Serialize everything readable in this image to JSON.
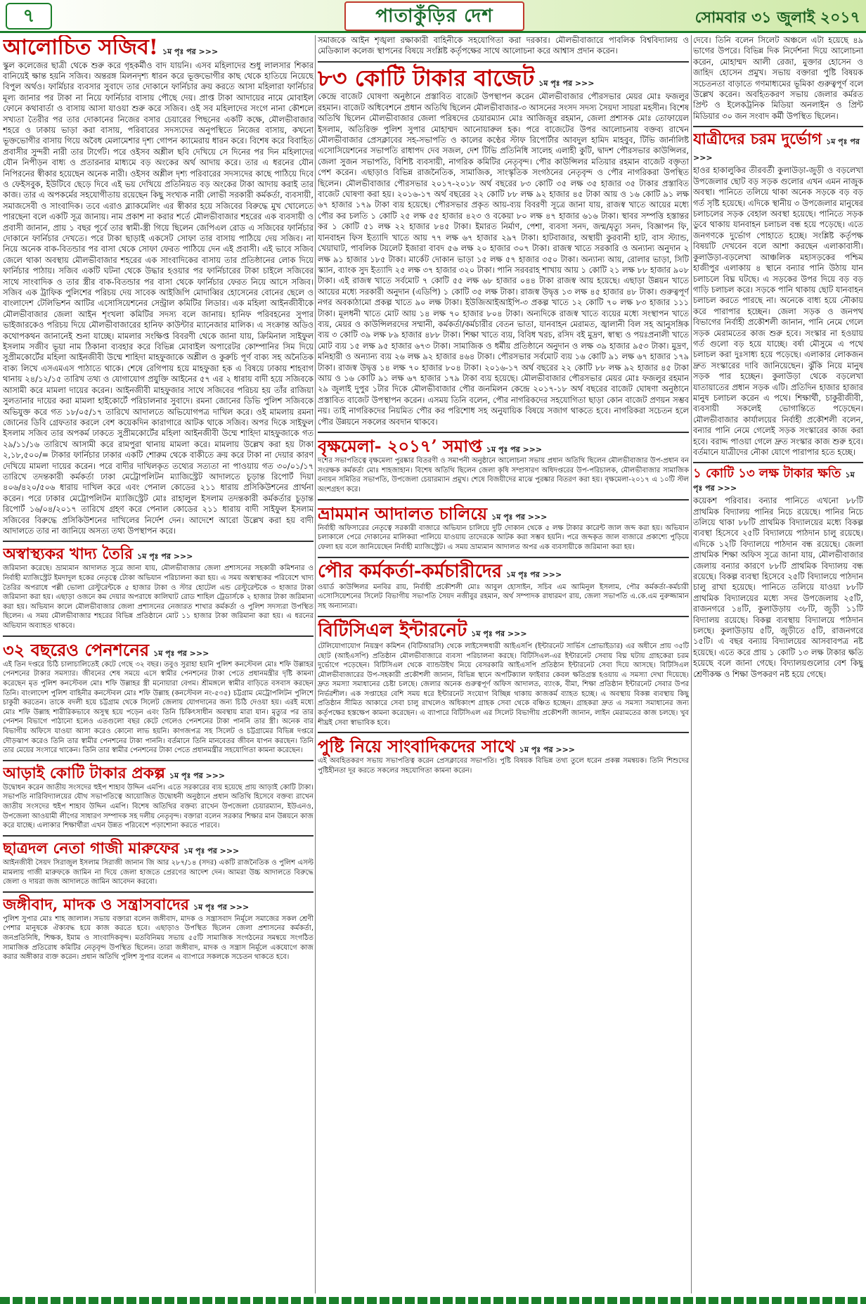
{
  "masthead": {
    "page_number": "৭",
    "paper_name_a": "পাতাকুঁড়ির",
    "paper_name_b": "দেশ",
    "date": "সোমবার ৩১ জুলাই ২০১৭"
  },
  "col1": [
    {
      "title": "আলোচিত সজিব!",
      "pp": "১ম পৃঃ পর >>>",
      "size": 30,
      "text": "স্কুল কলেজের ছাত্রী থেকে শুরু করে গৃহকর্মীও বাদ যায়নি। এসব মহিলাদের শুধু লালসার শিকার বানিয়েই ক্ষান্ত হয়নি সজিব। অন্তরঙ্গ মিলনদৃশ্য ধারন করে ভূক্তভোগীর কাছ থেকে হাতিয়ে নিয়েছে বিপুল অর্থও। ফার্মিচার ব্যবসার সুবাদে তার দোকানে ফার্নিচার ক্রয় করতে আসা মহিলারা ফার্নিচার মূল্য জানার পর টাকা না নিয়ে ফার্নিচার বাসায় পৌছে দেয়। প্রাপ্ত টাকা আদায়ের নামে মোবাইল ফোনে কথাবার্তা ও বাসায় আসা যাওয়া শুরু করে সজিব। ওই সব মহিলাদের সংগে নানা কৌশলে সখ্যতা তৈরীর পর তার দোকানের নিজের বসার চেয়ারের পিছনের একটি কক্ষে, মৌলভীবাজার শহরে ও ঢাকায় ভাড়া করা বাসায়, পরিবারের সদস্যদের অনুপস্থিতে নিজের বাসায়, কখনো ভূক্তভোগীর বাসায় গিয়ে অবৈধ মেলামেশার দৃশ্য গোপন ক্যামেরায় ধারন করে। বিশেষ করে বিবাহিত প্রবাসীর সুন্দরী নারী তার টার্গেট। পরে ওইসব অশ্লীল ছবি দেখিয়ে সে দিনের পর দিন মহিলাদের যৌন নিপীড়ন বাধ্য ও প্রতারনার মাধ্যমে বড় অংকের অর্থ আদায় করে। তার এ ধরনের যৌন নিপিরনের স্বীকার হয়েছেন অনেক নারী। ওইসব অশ্লীল দৃশ্য পরিবারের সদস্যদের কাছে পাঠিয়ে দিবে ও ফেইসবুক, ইউটিবে ছেড়ে দিবে এই ভয় দেখিয়ে প্রতিনিয়ত বড় অংকের টাকা আদায় করাই তার কাজ। তার এ অপকর্মের সহযোগীতায় রয়েছেন কিছু সংখ্যক নারী লোভী সরকারী কর্মকর্তা, ব্যবসায়ী, সমাজসেবী ও সাংবাদিক। তবে এরাও ব্ল্যাকমেলিং এর স্বীকার হয়ে সজিবের বিরুদ্ধে মুখ খোলেতে পারছেনা বলে একটি সূত্র জানায়। নাম প্রকাশ না করার শর্তে মৌলভীবাজার শহরের এক ব্যবসায়ী ও প্রবাসী জানান, প্রায় ১ বছর পূর্বে তার স্বামী-স্ত্রী গিয়ে ছিলেন জেপিএল রোড এ সজিবের ফার্নিচার দোকানে ফার্নিচার দেখতে। পরে টাকা ছাড়াই একসেট সোফা তার বাসায় পাঠিয়ে দেয় সজিব। না নিয়ে অনেক বাক-বিতন্ডার পর বাসা থেকে সোফা ফেরত পাঠিয়ে দেন এই প্রবাসী। এই ভাবে সজিব জেলে থাকা অবস্থায় মৌলভীবাজার শহরের এক সাংবাদিকের বাসায় তার প্রতিষ্ঠানের লোক দিয়ে ফার্নিচার পাঠায়। সজিব একটি ঘটনা থেকে উদ্ধার হওয়ার পর ফার্নিচারের টাকা চাইলে সজিবের সাথে সাংবাদিক ও তার স্ত্রীর বাক-বিতন্ডার পর বাসা থেকে ফার্নিচার ফেরত নিয়ে আসে সজিব। সজিব এক ট্রাফিক পুলিশের পরিচয় দেয় সাবেক আইজিপি মোদাব্বির হোসেনের বোনের ছেলে ও বাংলাদেশ টেলিভিশন আটির এসোসিয়েশনের সেন্ট্রাল কমিটির লিডার। এক মহিলা আইনজীবীকে মৌলভীবাজার জেলা আইন শৃংখলা কমিটির সদস্য বলে জানায়। হানিফ পরিবহনের সুপার ভাইজারকেও পরিচয় দিয়ে মৌলভীবাজারের হানিফ কাউন্টার ম্যানেজার মালিক। এ সংক্রান্ত অডিও কথোপকথন জানানেই শুনা যাচ্ছে। মামলার সংক্ষিপ্ত বিবরণী থেকে জানা যায়, ক্রিমিনাল সাইফুল ইসলাম সজীব ভূয়া নাম ঠিকানা ব্যবহার করে বিভিন্ন মোবাইল অপারেটর কোম্পানির সিম দিয়ে সুপ্রীমকোর্টের মহিলা আইনজীবী উম্মে শাহিদা মাহফুজাকে অশ্লীল ও কুরুচি পূর্ণ বাক্য সহ অনৈতিক বাক্য লিখে এসএমএস পাঠাতে থাকে। শেষে রেগিপায় হয়ে মাহফুজা হক এ বিষয়ে ঢাকায় শাহবাগ থানায় ২৪/১২/১৫ তারিখ তথ্য ও যোগাযোগ প্রযুক্তি আইনের ৫৭ এর ২ ধারায় বাদী হয়ে সজিবকে আসামী করে মামলা দায়ের করেন। আইনজীবী মাহফুজার সাথে সজিবের পরিচয় হয় তাঁর রাজিয়া সুলতানার দায়ের করা মামলা হাইকোর্টে পরিচালনার সুবাদে। রমনা জোনের ডিভি পুলিশ সজিবকে অভিযুক্ত করে গত ১৮/০৫/১৭ তারিখে আদালতে অভিযোগপত্র দাখিল করে। ওই মামলায় রমনা জোনের ডিবি গ্রেফতার করলে বেশ কয়েকদিন কারাগারে আটক থাকে সজিব। অপর দিকে সাইফুল ইসলাম সজিব তার অপকর্ম ঢাকতে সুপ্রীমকোর্টের মহিলা আইনজীবী উম্মে শাহিদা মাহফুজাকে গত ২৯/১১/১৬ তারিখে আসামী করে রামপুরা থানায় মামলা করে। মামলায় উল্লেখ করা হয় টাকা ২,১৮,৫০০/= টাকার ফার্নিচার ঢাকার একটি শোরুম থেকে বাকীতে ক্রয় করে টাকা না দেয়ার কারণ দেখিয়ে মামলা দায়ের করেন। পরে বাদীর দাখিলকৃত তথ্যের সত্যতা না পাওয়ায় গত ৩০/০১/১৭ তারিখে তদন্তকারী কর্মকর্তা ঢাকা মেট্রোপলিটন ম্যাজিস্ট্রেট আদালতে চূড়ান্ত রিপোর্ট দিয়া ৪০৬/৪২০/৫০৬ ধারায় দাখিল করে এবং পেনাল কোডের ২১১ ধারায় প্রসিকিউশনের প্রার্থনা করেন। পরে ঢাকার মেট্রোপলিটন ম্যাজিস্ট্রেট মোঃ রাহালুল ইসলাম তদন্তকারী কর্মকর্তার চূড়ান্ত রিপোর্ট ১৬/০৪/২০১৭ তারিখে গ্রহণ করে পেনাল কোডের ২১১ ধারায় বাদী সাইফুল ইসলাম সজিবের বিরুদ্ধে প্রসিকিউশনের দাখিলের নির্দেশ দেন। আদেশে আরো উল্লেখ করা হয় বাদী আদালতে তার না জানিয়ে অসত্য তথ্য উপস্থাপন করে।"
    },
    {
      "title": "অস্বাস্থ্যকর খাদ্য তৈরি",
      "pp": "১ম পৃঃ পর >>>",
      "size": 22,
      "tight": true,
      "text": "জরিমানা করেছে। ভ্রাম্যমান আদালত সূত্রে জানা যায়, মৌলভীবাজার জেলা প্রশাসনের সহকারী কমিশনার ও নির্বাহী ম্যাজিস্ট্রেট ইমদাদুল হকের নেতৃত্বে টোকা অভিযান পরিচালনা করা হয়। এ সময় অস্বাস্থ্যকর পরিবেশে খাদ্য তৈরির অপরাধে পল্লী ভোলা রেস্টুরেন্টকে ৫ হাজার টাকা ও স্টার হোটেল এন্ড রেস্টুরেন্টকে ৩ হাজার টাকা জরিমানা করা হয়। এছাড়া ওজনে কম দেয়ার অপরাধে কালিঘাট রোড শাহিল ট্রেডার্সকে ২ হাজার টাকা জরিমানা করা হয়। অভিযান কালে মৌলভীবাজার জেলা প্রশাসনের নেজারত শাখার কর্মকর্তা ও পুলিশ সদস্যরা উপস্থিত ছিলেন। এ সময় মৌলভীবাজার শহরের বিভিন্ন প্রতিষ্ঠানে মোট ১১ হাজার টাকা জরিমানা করা হয়। এ ধরনের অভিযান অব্যাহত থাকবে।"
    },
    {
      "title": "৩২ বছরেও পেনশনের",
      "pp": "১ম পৃঃ পর >>>",
      "size": 24,
      "tight": true,
      "text": "এই তিন দপ্তরে চিঠি চালাচালিতেই কেটে গেছে ৩২ বছর। তবুও সুরাহা হয়নি পুলিশ কনস্টেবল মোঃ শফি উল্লাহর পেনশনের টাকার সমস্যার। জীবনের শেষ সময়ে এসে স্বামীর পেনশনের টাকা পেতে প্রধানমন্ত্রীর দৃষ্টি কামনা করেছেন মৃত পুলিশ কনস্টেবল মোঃ শফি উল্লাহর স্ত্রী মনোয়ারা বেগম। শ্রীমঙ্গলে স্বামীর বাড়িতে বসবাস করছেন তিনি। বাংলাদেশ পুলিশ বাহিনীর কনস্টেবল মোঃ শফি উল্লাহ (কনস্টেবল নং-৫৩৫) চট্টগ্রাম মেট্রোপলিটন পুলিশে চাকুরী করতেন। তাকে বদলী হয়ে চট্টগ্রাম থেকে সিলেট জেলায় যোগদানের জন্য চিঠি দেওয়া হয়। এরই মধ্যে মোঃ শফি উল্লাহ শারীরিকভাবে অসুস্থ হয়ে পড়েন এবং তিনি চিকিৎসাধীন অবস্থায় মারা যান। মৃত্যুর পর তার পেনশন বিভাগে পাঠানো হলেও এতগুলো বছর কেটে গেলেও পেনশনের টাকা পাননি তার স্ত্রী। অনেক বার বিভাগীয় অফিসে যাওয়া আসা করেও কোনো লাভ হয়নি। কাগজপত্র সহ সিলেট ও চট্টগ্রামের বিভিন্ন দপ্তরে দৌড়ঝাপ করেও তিনি তার স্বামীর পেনশনের টাকা পাননি। বর্তমানে তিনি মানবেতর জীবন যাপন করছেন। তিনি তার মেয়ের সংসারে থাকেন। তিনি তার স্বামীর পেনশনের টাকা পেতে প্রধানমন্ত্রীর সহযোগিতা কামনা করেছেন।"
    },
    {
      "title": "আড়াই কোটি টাকার প্রকল্প",
      "pp": "১ম পৃঃ পর >>>",
      "size": 22,
      "tight": true,
      "text": "উদ্বোধন করেন জাতীয় সংসদের হুইপ শাহাব উদ্দিন এমপি। এতে সরকারের ব্যয় হয়েছে প্রায় আড়াই কোটি টাকা। সভাপতি নারিবিদ্যালয়ের যৌথ সভাপতিত্বে আয়োজিত উদ্বোধনী অনুষ্ঠানে প্রধান অতিথি হিসেবে বক্তব্য রাখেন জাতীয় সংসদের হুইপ শাহাব উদ্দিন এমপি। বিশেষ অতিথির বক্তব্য রাখেন উপজেলা চেয়ারম্যান, ইউএনও, উপজেলা আওয়ামী লীগের সাধারণ সম্পাদক সহ দলীয় নেতৃবৃন্দ। বক্তারা বলেন সরকার শিক্ষার মান উন্নয়নে কাজ করে যাচ্ছে। এলাকার শিক্ষার্থীরা এখন উন্নত পরিবেশে পড়াশোনা করতে পারবে।"
    },
    {
      "title": "ছাত্রদল নেতা গাজী মারুফের",
      "pp": "১ম পৃঃ পর >>>",
      "size": 22,
      "tight": true,
      "text": "আইনজীবী সৈয়দ সিরাজুল ইসলাম সিরাজী জানান জি আর ২৮৭/১৪ (সদর) একটি রাজনৈতিক ও পুলিশ এসল্ট মামলায় গাজী মারুফকে জামিন না দিয়ে জেলা হাজতে প্রেরণের আদেশ দেন। আমরা উচ্চ আদালতে বিরুদ্ধে জেলা ও দায়রা জজ আদালতে জামিন আবেদন করবো।"
    },
    {
      "title": "জঙ্গীবাদ, মাদক ও সন্ত্রাসবাদের",
      "pp": "১ম পৃঃ পর >>>",
      "size": 22,
      "tight": true,
      "text": "পুলিশ সুপার মোঃ শাহ জালাল। সভায় বক্তারা বলেন জঙ্গীবাদ, মাদক ও সন্ত্রাসবাদ নির্মূলে সমাজের সকল শ্রেণী পেশার মানুষকে ঐক্যবদ্ধ হয়ে কাজ করতে হবে। এছাড়াও উপস্থিত ছিলেন জেলা প্রশাসনের কর্মকর্তা, জনপ্রতিনিধি, শিক্ষক, ইমাম ও সাংবাদিকবৃন্দ। মতবিনিময় সভায় ৫৫টি সামাজিক সংগঠনের সমন্বয়ে সংগঠিত সামাজিক প্রতিরোধ কমিটির নেতৃবৃন্দ উপস্থিত ছিলেন। তারা জঙ্গীবাদ, মাদক ও সন্ত্রাস নির্মূলে একযোগে কাজ করার অঙ্গীকার ব্যক্ত করেন। প্রধান অতিথি পুলিশ সুপার বলেন এ ব্যাপারে সকলকে সচেতন থাকতে হবে।"
    }
  ],
  "col2": [
    {
      "title": "",
      "pp": "",
      "size": 0,
      "text": "সমাজকে আইন শৃঙ্খলা রক্ষাকারী বাহিনীকে সহযোগিতা করা দরকার। মৌলভীবাজারে পাবলিক বিশ্ববিদ্যালয় ও মেডিক্যাল কলেজ স্থাপনের বিষয়ে সংশ্লিষ্ট কর্তৃপক্ষের সাথে আলোচনা করে আশ্বাস প্রদান করেন।"
    },
    {
      "title": "৮৩ কোটি টাকার বাজেট",
      "pp": "১ম পৃঃ পর >>>",
      "size": 32,
      "text": "কেন্দ্রে বাজেট ঘোষণা অনুষ্ঠানে প্রস্তাবিত বাজেট উপস্থাপন করেন মৌলভীবাজার পৌরসভার মেয়র মোঃ ফজলুর রহমান। বাজেট অধিবেশনে প্রধান অতিথি ছিলেন মৌলভীবাজার-৩ আসনের সংসদ সদস্য সৈয়দা সায়রা মহসীন। বিশেষ অতিথি ছিলেন মৌলভীবাজার জেলা পরিষদের চেয়ারম্যান মোঃ আজিজুর রহমান, জেলা প্রশাসক মোঃ তোফায়েল ইসলাম, অতিরিক্ত পুলিশ সুপার মোহাম্মদ আনোয়ারুল হক। পরে বাজেটের উপর আলোচনায় বক্তব্য রাখেন মৌলভীবাজার প্রেসক্লাবের সহ-সভাপতি ও কালের কণ্ঠের স্টাফ রিপোর্টার আবদুল হামিদ মাহবুব, টিভি জার্নালিষ্ট এসোসিয়েশনের সভাপতি রাধাপদ দেব সজল, দেশ টিভি প্রতিনিধি সালেহ এলাহী কুটি, দ্বাদশ পৌরসভার কাউন্সিলর, জেলা সুজন সভাপতি, বিশিষ্ট ব্যবসায়ী, নাগরিক কমিটির নেতৃবৃন্দ। পৌর কাউন্সিলর মতিয়ার রহমান বাজেট বক্তৃতা পেশ করেন। এছাড়াও বিভিন্ন রাজনৈতিক, সামাজিক, সাংস্কৃতিক সংগঠনের নেতৃবৃন্দ ও পৌর নাগরিকরা উপস্থিত ছিলেন। মৌলভীবাজার পৌরসভার ২০১৭-২০১৮ অর্থ বছরের ৮৩ কোটি ৩৫ লক্ষ ৩৫ হাজার ৩৫ টাকার প্রস্তাবিত বাজেট ঘোষণা করা হয়। ২০১৬-১৭ অর্থ বছরের ২২ কোটি ৮৮ লক্ষ ৯২ হাজার ৪৫ টাকা আয় ও ১৬ কোটি ৯১ লক্ষ ৬৭ হাজার ১৭৯ টাকা ব্যয় হয়েছে। পৌরসভার প্রকৃত আয়-ব্যয় বিবরণী সূত্রে জানা যায়, রাজস্ব খাতে আয়ের মধ্যে পৌর কর চলতি ১ কোটি ২৫ লক্ষ ৫৫ হাজার ৪২৩ ও বকেয়া ৮০ লক্ষ ৪৭ হাজার ৬১৬ টাকা। স্থাবর সম্পত্তি হস্তান্তর কর ১ কোটি ৫১ লক্ষ ২২ হাজার ৮৪৫ টাকা। ইমারত নির্মাণ, পেশা, ব্যবসা সনদ, জন্ম/মৃত্যু সনদ, বিজ্ঞাপন ফি, যানবাহন ফিস ইত্যাদি খাতে আয় ৭৭ লক্ষ ৬৭ হাজার ২৯৭ টাকা। হাটবাজার, অস্থায়ী কুরবানী হাট, বাস স্ট্যান্ড, খেয়াঘাট, পাবলিক টয়লেট ইজারা বাবদ ৫৬ লক্ষ ২০ হাজার ৩০৭ টাকা। রাজস্ব খাতে সরকারি ও অন্যান্য অনুদান ২ লক্ষ ৯১ হাজার ১৮৫ টাকা। মার্কেট দোকান ভাড়া ১৫ লক্ষ ৫৭ হাজার ৩৫০ টাকা। অন্যান্য আয়, রোলার ভাড়া, সিটি স্ক্যান, ব্যাংক সুদ ইত্যাদি ২৫ লক্ষ ৩৭ হাজার ৩২০ টাকা। পানি সরবরাহ শাখায় আয় ১ কোটি ২১ লক্ষ ৮৮ হাজার ৯০৮ টাকা। এই রাজস্ব খাতে সর্বমোট ৭ কোটি ৫৫ লক্ষ ৬৮ হাজার ০৪৪ টাকা রাজস্ব আয় হয়েছে। এছাড়া উন্নয়ন খাতে আয়ের মধ্যে সরকারী অনুদান (এডিপি) ১ কোটি ৩৫ লক্ষ টাকা। রাজস্ব উদ্বৃত্ত ১৩ লক্ষ ৪৫ হাজার ৪৮ টাকা। গুরুত্বপূর্ণ নগর অবকাঠামো প্রকল্প খাতে ৯০ লক্ষ টাকা। ইউজিআইআইপি-৩ প্রকল্প খাতে ১২ কোটি ৭০ লক্ষ ৮৩ হাজার ১১১ টাকা। মূলধনী খাতে মোট আয় ১৪ লক্ষ ৭০ হাজার ৮০৪ টাকা। অন্যদিকে রাজস্ব খাতে ব্যয়ের মধ্যে সংস্থাপন খাতে ব্যয়, মেয়র ও কাউন্সিলরদের সম্মানী, কর্মকর্তা/কর্মচারীর বেতন ভাতা, যানবাহন মেরামত, জ্বালানী বিল সহ আনুসঙ্গিক ব্যয় ৩ কোটি ৩৯ লক্ষ ৮৯ হাজার ৪৮৮ টাকা। শিক্ষা খাতে ব্যয়, বিবিধ খরচ, রসিদ বই মুদ্রণ, স্বাস্থ্য ও পয়ঃপ্রনালী খাতে মোট ব্যয় ১৫ লক্ষ ৯৫ হাজার ৬৭৩ টাকা। সামাজিক ও ধর্মীয় প্রতিষ্ঠানে অনুদান ও লক্ষ ৩৯ হাজার ৯৫৩ টাকা। মুদ্রণ, মনিহারী ও অন্যান্য ব্যয় ২৬ লক্ষ ৯২ হাজার ৪৬৪ টাকা। পৌরসভার সর্বমোট ব্যয় ১৬ কোটি ৯১ লক্ষ ৬৭ হাজার ১৭৯ টাকা। রাজস্ব উদ্বৃত্ত ১৪ লক্ষ ৭০ হাজার ৮০৪ টাকা। ২০১৬-১৭ অর্থ বছরের ২২ কোটি ৮৮ লক্ষ ৯২ হাজার ৪৫ টাকা আয় ও ১৬ কোটি ৯১ লক্ষ ৬৭ হাজার ১৭৯ টাকা ব্যয় হয়েছে। মৌলভীবাজার পৌরসভার মেয়র মোঃ ফজলুর রহমান ২৯ জুলাই দুপুর ১টার দিকে মৌলভীবাজার পৌর জনমিলন কেন্দ্রে ২০১৭-১৮ অর্থ বছরের বাজেট ঘোষণা অনুষ্ঠানে প্রস্তাবিত বাজেট উপস্থাপন করেন। এসময় তিনি বলেন, পৌর নাগরিকদের সহযোগিতা ছাড়া কোন বাজেট প্রণয়ন সম্ভব নয়। তাই নাগরিকদের নিয়মিত পৌর কর পরিশোধ সহ অনুযায়িক বিষয়ে সজাগ থাকতে হবে। নাগরিকরা সচেতন হলে পৌর উন্নয়নে সকলের অবদান থাকবে।"
    },
    {
      "title": "বৃক্ষমেলা- ২০১৭’ সমাপ্ত",
      "pp": "১ম পৃঃ পর >>>",
      "size": 24,
      "tight": true,
      "text": "দশের সভাপতিত্বে বৃক্ষমেলা পুরষ্কার বিতরণী ও সমাপনী অনুষ্ঠানে আলোচনা সভায় প্রধান অতিথি ছিলেন মৌলভীবাজার উপ-প্রধান বন সংরক্ষক কর্মকর্তা মোঃ শাহজাহান। বিশেষ অতিথি ছিলেন জেলা কৃষি সম্প্রসারণ অধিদপ্তরের উপ-পরিচালক, মৌলভীবাজার সামাজিক বনায়ন সমিতির সভাপতি, উপজেলা চেয়ারম্যান প্রমুখ। শেষে বিজয়ীদের মাঝে পুরষ্কার বিতরণ করা হয়। বৃক্ষমেলা-২০১৭ এ ১০টি স্টল অংশগ্রহণ করে।"
    },
    {
      "title": "ভ্রামমান আদালত চালিয়ে",
      "pp": "১ম পৃঃ পর >>>",
      "size": 24,
      "tight": true,
      "text": "নির্বাহী অফিসারের নেতৃত্বে সরকারী বাজারে অভিযান চালিয়ে দুটি দোকান থেকে ৫ লক্ষ টাকার কারেন্ট জাল জব্দ করা হয়। অভিযান চলাকালে পেরে দোকানের মালিকরা পালিয়ে যাওয়ায় তাদেরকে আটক করা সম্ভব হয়নি। পরে জব্দকৃত জাল বাজারে প্রকাশ্যে পুড়িয়ে ফেলা হয় বলে জানিয়েছেন নির্বাহী ম্যাজিস্ট্রেট। এ সময় ভ্রাম্যমান আদালত অপর এক ব্যবসায়ীকে জরিমানা করা হয়।"
    },
    {
      "title": "পৌর কর্মকর্তা-কর্মচারীদের",
      "pp": "১ম পৃঃ পর >>>",
      "size": 26,
      "tight": true,
      "text": "ওয়ার্ড কাউন্সিলর মনবির রায়, নির্বাহী প্রকৌশলী মোঃ আবুল হোসাইন, সচিব এম আমিনুল ইসলাম, পৌর কর্মকর্তা-কর্মচারী এসোসিয়েশনের সিলেট বিভাগীয় সভাপতি সৈয়দ নজীবুর রহমান, অর্থ সম্পাদক রাধারমণ রায়, জেলা সভাপতি এ.কে.এম নুরুজ্জামান সহ অন্যান্যরা।"
    },
    {
      "title": "বিটিসিএল ইন্টারনেট",
      "pp": "১ম পৃঃ পর >>>",
      "size": 26,
      "tight": true,
      "text": "টেলিযোগাযোগ নিয়ন্ত্রণ কমিশন (বিটিআরসি) থেকে লাইসেন্সধারী আইএসপি (ইন্টারনেট সার্ভিস প্রোভাইডার) এর অধীনে প্রায় ৩৫টি ছোট (আইএসপি) প্রতিষ্ঠান মৌলভীবাজারে ব্যবসা পরিচালনা করছে। বিটিসিএল-এর ইন্টারনেট সেবায় বিঘ্ন ঘটায় গ্রাহকেরা চরম দুর্ভোগে পড়েছেন। বিটিসিএল থেকে ব্যান্ডউইথ নিয়ে বেসরকারি আইএসপি প্রতিষ্ঠান ইন্টারনেট সেবা দিয়ে আসছে। বিটিসিএল মৌলভীবাজারের উপ-সহকারী প্রকৌশলী জানান, বিভিন্ন স্থানে অপটিক্যাল ফাইবার কেবল ক্ষতিগ্রস্ত হওয়ায় এ সমস্যা দেখা দিয়েছে। দ্রুত সমস্যা সমাধানের চেষ্টা চলছে। জেলার অনেক গুরুত্বপূর্ণ অফিস আদালত, ব্যাংক, বীমা, শিক্ষা প্রতিষ্ঠান ইন্টারনেট সেবার উপর নির্ভরশীল। এক সপ্তাহের বেশি সময় ধরে ইন্টারনেট সংযোগ বিচ্ছিন্ন থাকায় কাজকর্ম ব্যাহত হচ্ছে। এ অবস্থায় বিকল্প ব্যবস্থায় কিছু প্রতিষ্ঠান সীমিত আকারে সেবা চালু রাখলেও অধিকাংশ গ্রাহক সেবা থেকে বঞ্চিত হচ্ছেন। গ্রাহকরা দ্রুত এ সমস্যা সমাধানের জন্য কর্তৃপক্ষের হস্তক্ষেপ কামনা করেছেন। এ ব্যাপারে বিটিসিএল এর সিলেট বিভাগীয় প্রকৌশলী জানান, লাইন মেরামতের কাজ চলছে। খুব শীঘ্রই সেবা স্বাভাবিক হবে।"
    },
    {
      "title": "পুষ্টি নিয়ে সাংবাদিকদের সাথে",
      "pp": "১ম পৃঃ পর >>>",
      "size": 24,
      "tight": true,
      "text": "এই অবহিতকরণ সভায় সভাপতিত্ব করেন প্রেসক্লাবের সভাপতি। পুষ্টি বিষয়ক বিভিন্ন তথ্য তুলে ধরেন প্রকল্প সমন্বয়ক। তিনি শিশুদের পুষ্টিহীনতা দূর করতে সকলের সহযোগিতা কামনা করেন।"
    }
  ],
  "col3": [
    {
      "title": "",
      "pp": "",
      "size": 0,
      "text": "দেবে। তিনি বলেন সিলেট অঞ্চলে এটা হয়েছে ৪৯ ভাগের উপরে। বিভিন্ন দিক নির্দেশনা দিয়ে আলোচনা করেন, মোহাম্মদ আলী রেজা, মুক্তার হোসেন ও জাহিদ হোসেন প্রমুখ। সভায় বক্তারা পুষ্টি বিষয়ক সচেতনতা বাড়াতে গণমাধ্যমের ভূমিকা গুরুত্বপূর্ণ বলে উল্লেখ করেন। অবহিতকরণ সভায় জেলার কর্মরত প্রিন্ট ও ইলেকট্রনিক মিডিয়া অনলাইন ও প্রিন্ট মিডিয়ার ৩০ জন সংবাদ কর্মী উপস্থিত ছিলেন।"
    },
    {
      "title": "যাত্রীদের চরম দুর্ভোগ",
      "pp": "১ম পৃঃ পর >>>",
      "size": 22,
      "text": "হাওর হাকালুকির তীরবর্তী কুলাউড়া-জুড়ী ও বড়লেখা উপজেলার ছোট বড় সড়ক গুলোর এখন এমন নাজুক অবস্থা। পানিতে তলিয়ে থাকা অনেক সড়কে বড় বড় গর্ত সৃষ্টি হয়েছে। এদিকে স্থানীয় ৩ উপজেলার মানুষের চলাচলের সড়ক বেহাল অবস্থা হয়েছে। পানিতে সড়ক ডুবে থাকায় যানবাহন চলাচল বন্ধ হয়ে পড়েছে। এতে জনগণকে দুর্ভোগ পোহাতে হচ্ছে। সংশ্লিষ্ট কর্তৃপক্ষ বিষয়টি দেখবেন বলে আশা করছেন এলাকাবাসী। কুলাউড়া-বড়লেখা আঞ্চলিক মহাসড়কের পশ্চিম হাজীপুর এলাকায় ৪ স্থানে বন্যার পানি উঠায় যান চলাচলে বিঘ্ন ঘটছে। এ সড়কের উপর দিয়ে বড় বড় গাড়ি চলাচল করে। সড়কে পানি থাকায় ছোট যানবাহন চলাচল করতে পারছে না। অনেকে বাধ্য হয়ে নৌকায় করে পারাপার হচ্ছেন। জেলা সড়ক ও জনপথ বিভাগের নির্বাহী প্রকৌশলী জানান, পানি নেমে গেলে সড়ক মেরামতের কাজ শুরু হবে। সংস্কার না হওয়ায় গর্ত গুলো বড় হয়ে যাচ্ছে। বর্ষা মৌসুমে এ পথে চলাচল করা দুঃসাধ্য হয়ে পড়েছে। এলাকার লোকজন দ্রুত সংস্কারের দাবি জানিয়েছেন। ঝুঁকি নিয়ে মানুষ সড়ক পার হচ্ছেন। কুলাউড়া থেকে বড়লেখা যাতায়াতের প্রধান সড়ক এটি। প্রতিদিন হাজার হাজার মানুষ চলাচল করেন এ পথে। শিক্ষার্থী, চাকুরীজীবী, ব্যবসায়ী সকলেই ভোগান্তিতে পড়েছেন। মৌলভীবাজার কার্যালয়ের নির্বাহী প্রকৌশলী বলেন, বন্যার পানি নেমে গেলেই সড়ক সংস্কারের কাজ করা হবে। বরাদ্দ পাওয়া গেলে দ্রুত সংস্কার কাজ শুরু হবে। বর্তমানে যাত্রীদের নৌকা যোগে পারাপার হতে হচ্ছে।"
    },
    {
      "title": "১ কোটি ১৩ লক্ষ টাকার ক্ষতি",
      "pp": "১ম পৃঃ পর >>>",
      "size": 18,
      "text": "কয়েকশ পরিবার। বন্যার পানিতে এখনো ৮৮টি প্রাথমিক বিদ্যালয় পানির নিচে রয়েছে। পানির নিচে তলিয়ে থাকা ৮৮টি প্রাথমিক বিদ্যালয়ের মধ্যে বিকল্প ব্যবস্থা হিসেবে ২৫টি বিদ্যালয়ে পাঠদান চালু রয়েছে। এদিকে ১২টি বিদ্যালয়ে পাঠদান বন্ধ রয়েছে। জেলা প্রাথমিক শিক্ষা অফিস সূত্রে জানা যায়, মৌলভীবাজার জেলায় বন্যার কারণে ৮৮টি প্রাথমিক বিদ্যালয় বন্ধ রয়েছে। বিকল্প ব্যবস্থা হিসেবে ২৫টি বিদ্যালয়ে পাঠদান চালু রাখা হয়েছে। পানিতে তলিয়ে যাওয়া ৮৮টি প্রাথমিক বিদ্যালয়ের মধ্যে সদর উপজেলায় ২৫টি, রাজনগরে ১৪টি, কুলাউড়ায় ৩৮টি, জুড়ী ১১টি বিদ্যালয় রয়েছে। বিকল্প ব্যবস্থায় বিদ্যালয়ে পাঠদান চলছে। কুলাউড়ায় ৫টি, জুড়ীতে ৫টি, রাজনগরে ১৫টি। এ বছর বন্যায় বিদ্যালয়ের আসবাবপত্র নষ্ট হয়েছে। এতে করে প্রায় ১ কোটি ১৩ লক্ষ টাকার ক্ষতি হয়েছে বলে জানা গেছে। বিদ্যালয়গুলোর বেশ কিছু শ্রেণীকক্ষ ও শিক্ষা উপকরণ নষ্ট হয়ে গেছে।"
    }
  ]
}
